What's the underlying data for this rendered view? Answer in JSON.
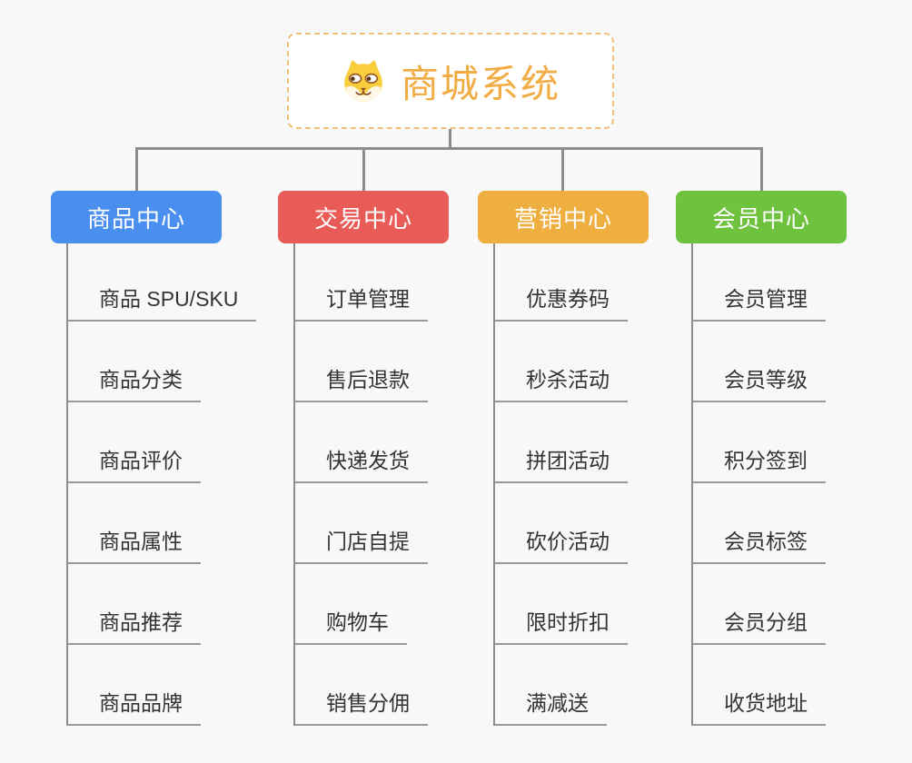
{
  "root": {
    "title": "商城系统",
    "icon": "shiba-dog-icon"
  },
  "branches": [
    {
      "label": "商品中心",
      "color": "#4a8ff0",
      "items": [
        "商品 SPU/SKU",
        "商品分类",
        "商品评价",
        "商品属性",
        "商品推荐",
        "商品品牌"
      ]
    },
    {
      "label": "交易中心",
      "color": "#e85b56",
      "items": [
        "订单管理",
        "售后退款",
        "快递发货",
        "门店自提",
        "购物车",
        "销售分佣"
      ]
    },
    {
      "label": "营销中心",
      "color": "#efae40",
      "items": [
        "优惠券码",
        "秒杀活动",
        "拼团活动",
        "砍价活动",
        "限时折扣",
        "满减送"
      ]
    },
    {
      "label": "会员中心",
      "color": "#6fc23e",
      "items": [
        "会员管理",
        "会员等级",
        "积分签到",
        "会员标签",
        "会员分组",
        "收货地址"
      ]
    }
  ],
  "colors": {
    "background": "#f8f8f8",
    "connector": "#8c8c8c",
    "underline": "#999999",
    "item_text": "#333333",
    "root_accent": "#f2ac44",
    "root_border": "#eec076"
  }
}
